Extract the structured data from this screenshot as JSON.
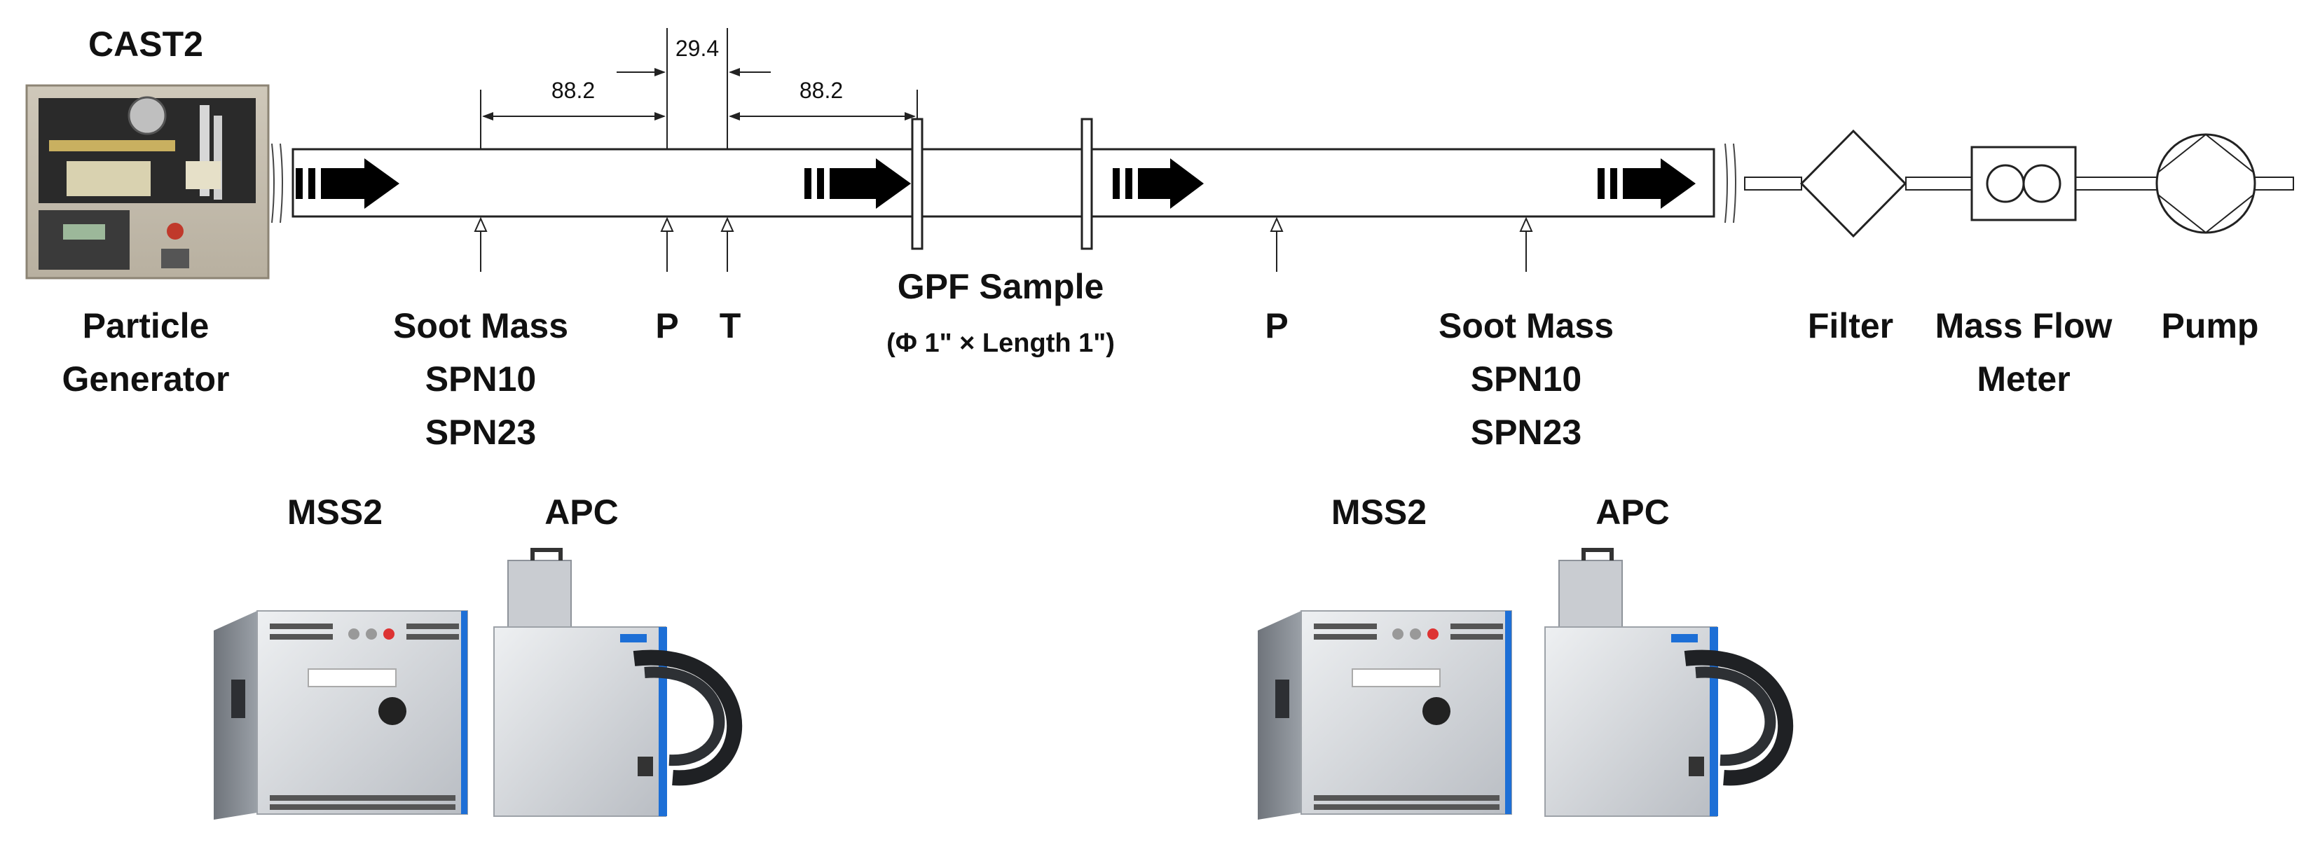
{
  "generator": {
    "title": "CAST2",
    "label_line1": "Particle",
    "label_line2": "Generator"
  },
  "dimensions": {
    "left_span": "88.2",
    "gap": "29.4",
    "right_span": "88.2"
  },
  "upstream_ports": {
    "soot_mass": "Soot Mass",
    "spn10": "SPN10",
    "spn23": "SPN23",
    "pressure": "P",
    "temperature": "T"
  },
  "sample": {
    "title": "GPF Sample",
    "spec": "(Φ 1\" × Length 1\")"
  },
  "downstream_ports": {
    "pressure": "P",
    "soot_mass": "Soot Mass",
    "spn10": "SPN10",
    "spn23": "SPN23"
  },
  "exhaust": {
    "filter": "Filter",
    "mfm_line1": "Mass Flow",
    "mfm_line2": "Meter",
    "pump": "Pump"
  },
  "instruments_left": {
    "mss2": "MSS2",
    "apc": "APC"
  },
  "instruments_right": {
    "mss2": "MSS2",
    "apc": "APC"
  },
  "colors": {
    "line": "#222222",
    "arrow": "#000000",
    "instrument_body": "#d8dade",
    "instrument_accent": "#1d6fd6"
  }
}
